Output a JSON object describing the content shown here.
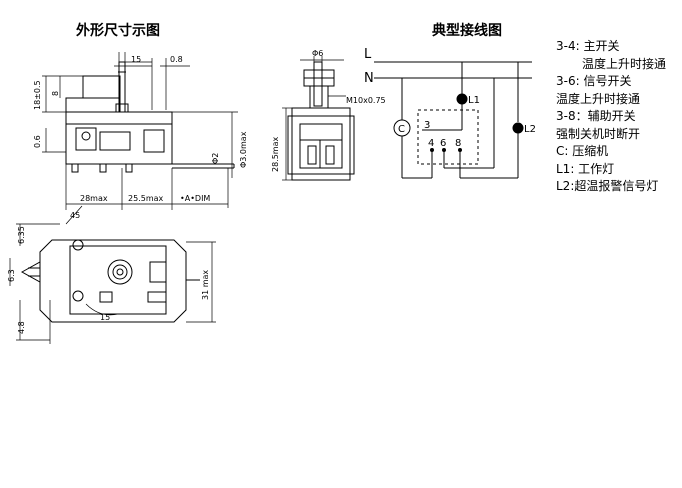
{
  "titles": {
    "left": "外形尺寸示图",
    "right": "典型接线图"
  },
  "dimensions": {
    "d15": "15",
    "d08": "0.8",
    "d18": "18±0.5",
    "d8": "8",
    "d06": "0.6",
    "d30": "Φ3.0max",
    "d2": "Φ2",
    "d28": "28max",
    "d255": "25.5max",
    "dA": "•A•DIM",
    "d6": "Φ6",
    "dm10": "M10x0.75",
    "d285": "28.5max",
    "d635": "6.35",
    "d63": "6.3",
    "d48": "4.8",
    "d31": "31 max",
    "d45": "45",
    "d15b": "15"
  },
  "wiring": {
    "L": "L",
    "N": "N",
    "L1": "L1",
    "L2": "L2",
    "C": "C",
    "t3": "3",
    "t4": "4",
    "t6": "6",
    "t8": "8"
  },
  "legend": [
    {
      "text": "3-4: 主开关",
      "indent": false
    },
    {
      "text": "温度上升时接通",
      "indent": true
    },
    {
      "text": "3-6: 信号开关",
      "indent": false
    },
    {
      "text": "温度上升时接通",
      "indent": false
    },
    {
      "text": "3-8：辅助开关",
      "indent": false
    },
    {
      "text": "强制关机时断开",
      "indent": false
    },
    {
      "text": "C: 压缩机",
      "indent": false
    },
    {
      "text": "L1: 工作灯",
      "indent": false
    },
    {
      "text": "L2:超温报警信号灯",
      "indent": false
    }
  ]
}
